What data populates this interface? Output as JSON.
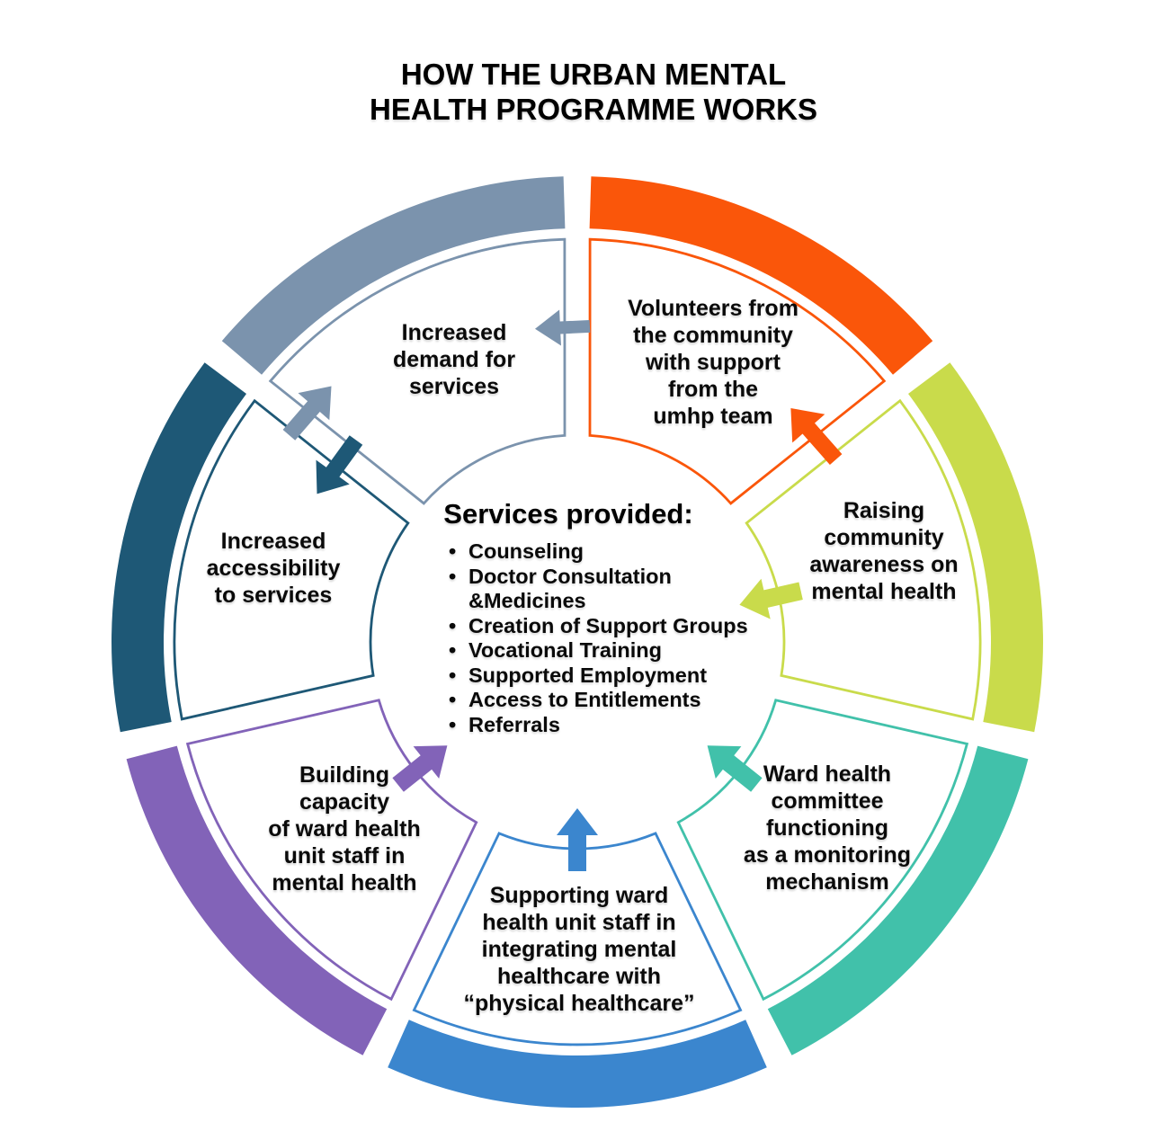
{
  "title": "HOW THE URBAN MENTAL\nHEALTH PROGRAMME WORKS",
  "center": {
    "heading": "Services provided:",
    "items": [
      "Counseling",
      "Doctor Consultation\n&Medicines",
      "Creation of Support Groups",
      "Vocational Training",
      "Supported Employment",
      "Access to Entitlements",
      "Referrals"
    ]
  },
  "segments": [
    {
      "id": "increased-demand",
      "label": "Increased\ndemand for\nservices",
      "color": "#7B93AD"
    },
    {
      "id": "volunteers",
      "label": "Volunteers from\nthe community\nwith support\nfrom the\numhp team",
      "color": "#FA560A"
    },
    {
      "id": "raising-awareness",
      "label": "Raising\ncommunity\nawareness on\nmental health",
      "color": "#C9DB4B"
    },
    {
      "id": "ward-health-committee",
      "label": "Ward health\ncommittee\nfunctioning\nas a monitoring\nmechanism",
      "color": "#41C1AA"
    },
    {
      "id": "supporting-ward-staff",
      "label": "Supporting ward\nhealth unit staff in\nintegrating mental\nhealthcare with\n“physical healthcare”",
      "color": "#3B86CE"
    },
    {
      "id": "building-capacity",
      "label": "Building\ncapacity\nof ward health\nunit staff in\nmental health",
      "color": "#8263B8"
    },
    {
      "id": "increased-accessibility",
      "label": "Increased\naccessibility\nto services",
      "color": "#1E5876"
    }
  ]
}
